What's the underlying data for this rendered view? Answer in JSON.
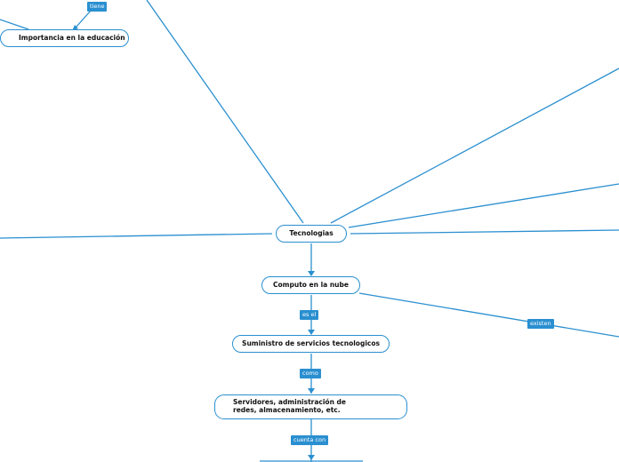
{
  "nodes": {
    "importancia": "Importancia en la educación",
    "tecnologias": "Tecnologias",
    "computo": "Computo en la nube",
    "suministro": "Suministro de servicios tecnologicos",
    "servidores": "Servidores, administración de redes, almacenamiento, etc."
  },
  "labels": {
    "tiene": "tiene",
    "es_el": "es el",
    "existen": "existen",
    "como": "como",
    "cuenta_con": "cuenta con"
  },
  "colors": {
    "line": "#2a8fd0",
    "label_bg": "#2a8fd0"
  }
}
